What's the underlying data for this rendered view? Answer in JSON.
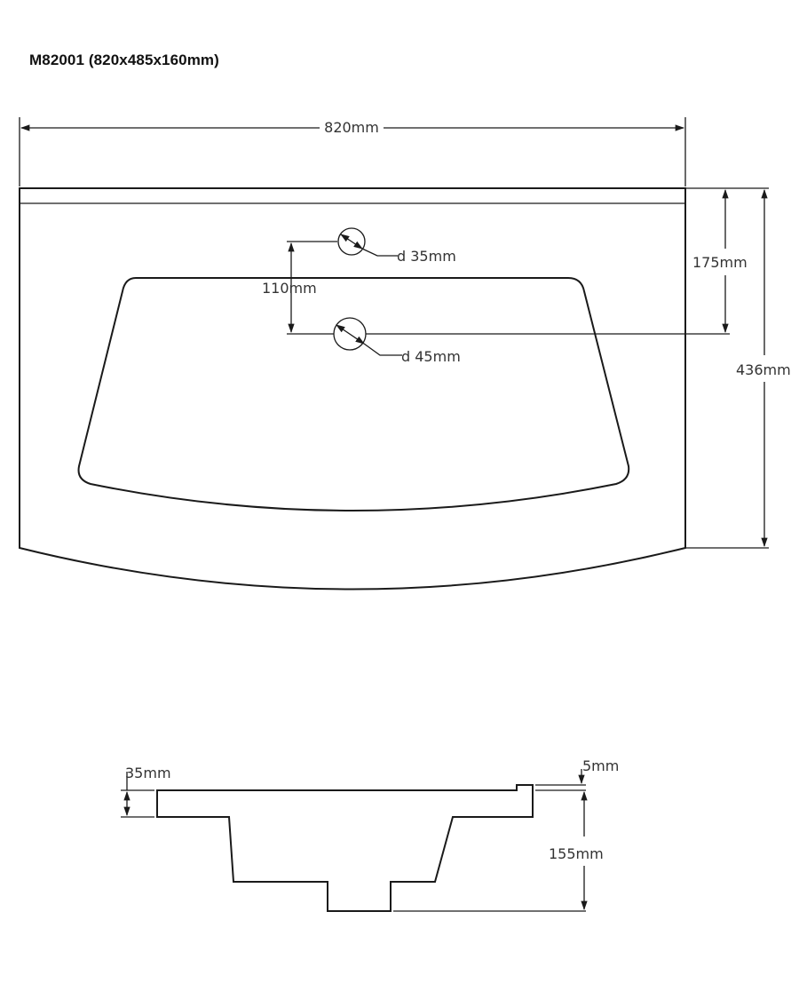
{
  "title": "M82001 (820x485x160mm)",
  "top_view": {
    "width_label": "820mm",
    "hole_small_label": "d 35mm",
    "hole_large_label": "d 45mm",
    "hole_spacing_label": "110mm",
    "hole_offset_label": "175mm",
    "depth_label": "436mm"
  },
  "side_view": {
    "rim_thickness_label": "35mm",
    "ledge_label": "5mm",
    "bowl_depth_label": "155mm"
  }
}
